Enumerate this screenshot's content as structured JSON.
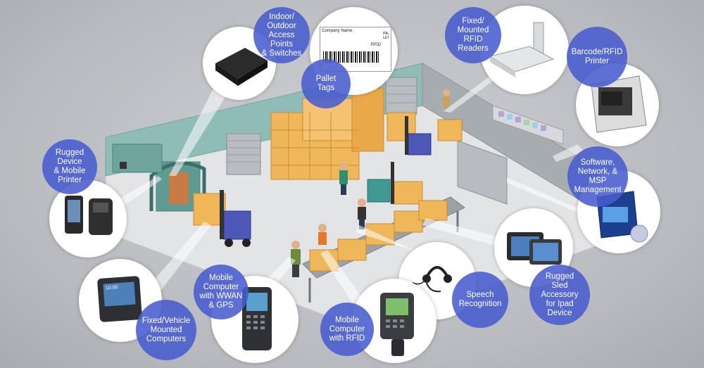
{
  "labels": {
    "access_points": "Indoor/\nOutdoor\nAccess Points\n& Switches",
    "pallet_tags": "Pallet\nTags",
    "rfid_readers": "Fixed/\nMounted\nRFID Readers",
    "barcode_printer": "Barcode/RFID\nPrinter",
    "rugged_device": "Rugged\nDevice\n& Mobile\nPrinter",
    "software": "Software,\nNetwork, &\nMSP\nManagement",
    "sled_accessory": "Rugged\nSled Accessory\nfor Ipad\nDevice",
    "speech": "Speech\nRecognition",
    "mobile_rfid": "Mobile\nComputer\nwith RFID",
    "mobile_wwan": "Mobile\nComputer\nwith WWAN\n& GPS",
    "vehicle_computers": "Fixed/Vehicle\nMounted\nComputers"
  },
  "pallet_label": {
    "company_name": "Company Name",
    "side_text": "PALLET",
    "rfid": "RFID"
  },
  "device_screen": {
    "clock": "10:00"
  },
  "colors": {
    "label_fill": "#485cce",
    "floor": "#e3e4e6",
    "wall": "#9ea3a8",
    "teal_wall": "#7fb2ad",
    "box": "#f0b65a"
  }
}
